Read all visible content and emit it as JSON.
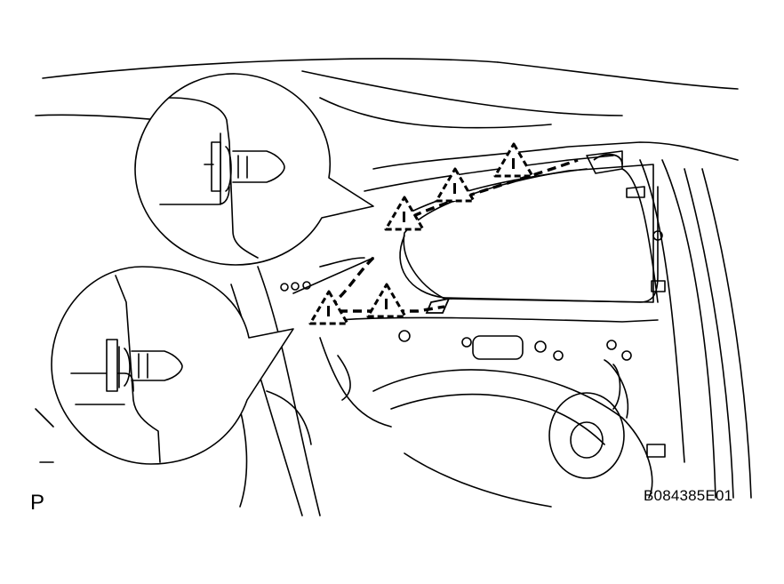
{
  "figure": {
    "code": "B084385E01",
    "view_marker": "P"
  },
  "colors": {
    "line": "#000000",
    "background": "#ffffff"
  },
  "callouts": [
    {
      "name": "upper-clip-detail"
    },
    {
      "name": "lower-clip-detail"
    }
  ],
  "clip_markers": [
    {
      "name": "clip-marker-1"
    },
    {
      "name": "clip-marker-2"
    },
    {
      "name": "clip-marker-3"
    },
    {
      "name": "clip-marker-4"
    },
    {
      "name": "clip-marker-5"
    }
  ]
}
